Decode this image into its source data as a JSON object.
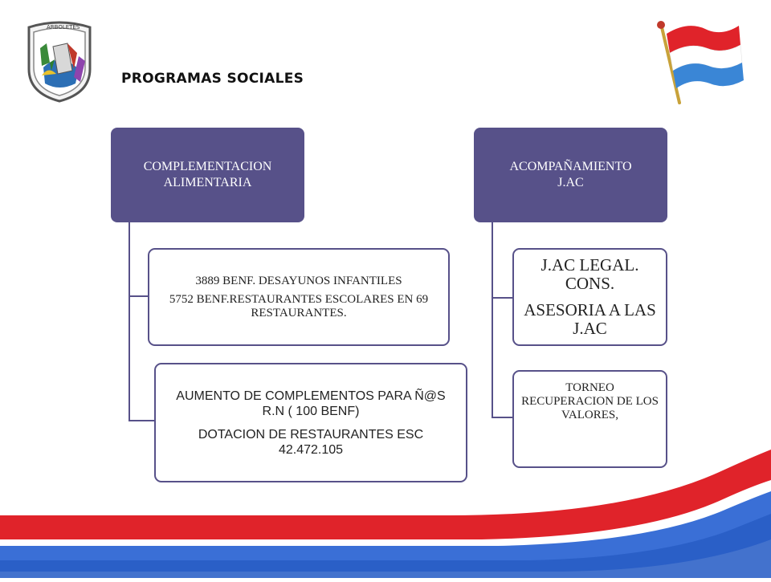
{
  "title": "PROGRAMAS SOCIALES",
  "colors": {
    "header": "#575189",
    "red": "#e0232a",
    "blue": "#3a68d2"
  },
  "left": {
    "header": [
      "COMPLEMENTACION",
      "ALIMENTARIA"
    ],
    "box1": {
      "line1": "3889 BENF. DESAYUNOS INFANTILES",
      "line2": "5752 BENF.RESTAURANTES ESCOLARES EN 69 RESTAURANTES."
    },
    "box2": {
      "line1": "AUMENTO DE COMPLEMENTOS PARA Ñ@S  R.N ( 100 BENF)",
      "line2": "DOTACION DE RESTAURANTES ESC  42.472.105"
    }
  },
  "right": {
    "header": [
      "ACOMPAÑAMIENTO",
      "J.AC"
    ],
    "box1": {
      "line1": "J.AC LEGAL. CONS.",
      "line2": "ASESORIA  A LAS J.AC"
    },
    "box2": {
      "line1": "TORNEO RECUPERACION DE LOS VALORES,"
    }
  },
  "logo": {
    "text": "ARBOLETES"
  },
  "icons": {
    "crest": "municipal-crest-icon",
    "flag": "flag-icon"
  }
}
